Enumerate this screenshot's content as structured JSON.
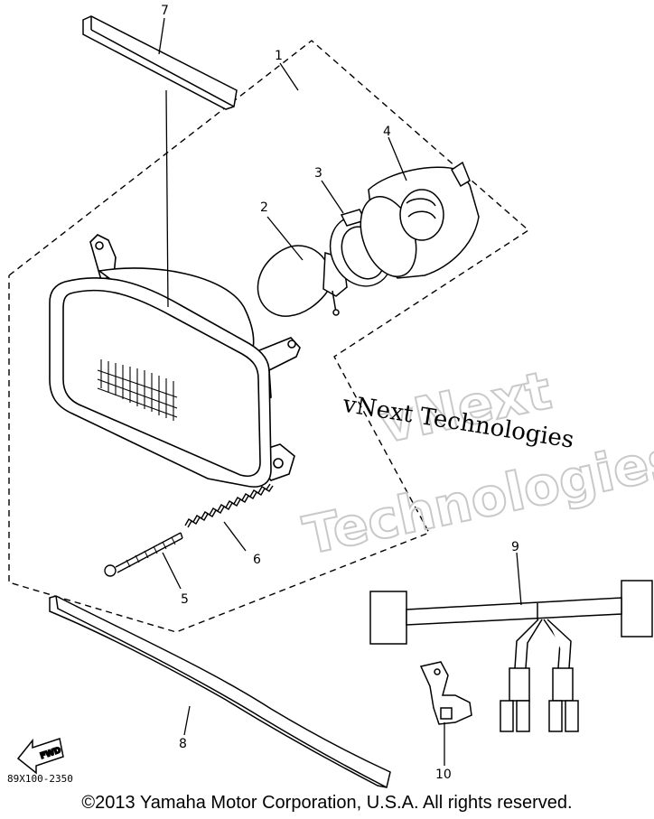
{
  "callouts": [
    "1",
    "2",
    "3",
    "4",
    "5",
    "6",
    "7",
    "8",
    "9",
    "10"
  ],
  "watermark": {
    "outline_line1": "vNext",
    "outline_line2": "Technologies",
    "plain": "vNext Technologies"
  },
  "diagram_code": "89X100-2350",
  "find_label": "FWD",
  "copyright": "©2013 Yamaha Motor Corporation, U.S.A. All rights reserved."
}
